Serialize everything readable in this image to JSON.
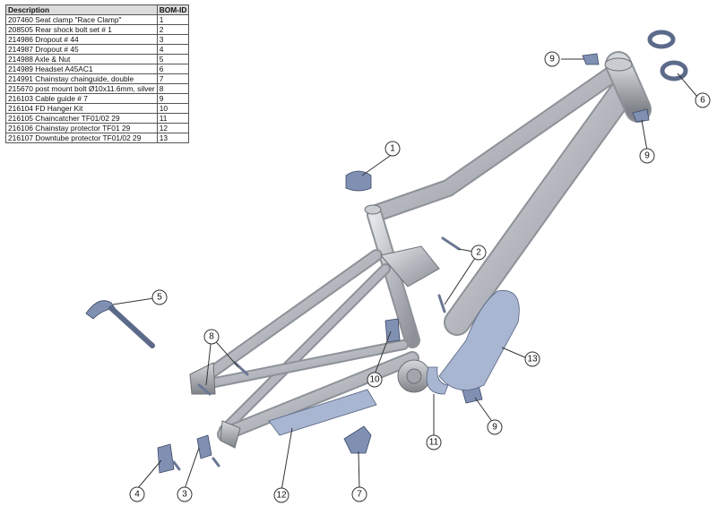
{
  "table": {
    "headers": [
      "Description",
      "BOM-ID"
    ],
    "rows": [
      {
        "desc": "207460 Seat clamp \"Race Clamp\"",
        "id": "1"
      },
      {
        "desc": "208505 Rear shock bolt set # 1",
        "id": "2"
      },
      {
        "desc": "214986 Dropout # 44",
        "id": "3"
      },
      {
        "desc": "214987 Dropout # 45",
        "id": "4"
      },
      {
        "desc": "214988 Axle & Nut",
        "id": "5"
      },
      {
        "desc": "214989 Headset A45AC1",
        "id": "6"
      },
      {
        "desc": "214991 Chainstay chainguide, double",
        "id": "7"
      },
      {
        "desc": "215670 post mount bolt Ø10x11.6mm, silver",
        "id": "8"
      },
      {
        "desc": "216103 Cable guide # 7",
        "id": "9"
      },
      {
        "desc": "216104 FD Hanger Kit",
        "id": "10"
      },
      {
        "desc": "216105 Chaincatcher TF01/02 29",
        "id": "11"
      },
      {
        "desc": "216106 Chainstay protector TF01 29",
        "id": "12"
      },
      {
        "desc": "216107 Downtube protector TF01/02 29",
        "id": "13"
      }
    ]
  },
  "callouts": {
    "c1": "1",
    "c2": "2",
    "c3": "3",
    "c4": "4",
    "c5": "5",
    "c6": "6",
    "c7": "7",
    "c8": "8",
    "c9a": "9",
    "c9b": "9",
    "c9c": "9",
    "c10": "10",
    "c11": "11",
    "c12": "12",
    "c13": "13"
  },
  "colors": {
    "frame": "#b9bcc2",
    "frame_dark": "#8e9298",
    "parts": "#7f90b3",
    "background": "#ffffff"
  }
}
